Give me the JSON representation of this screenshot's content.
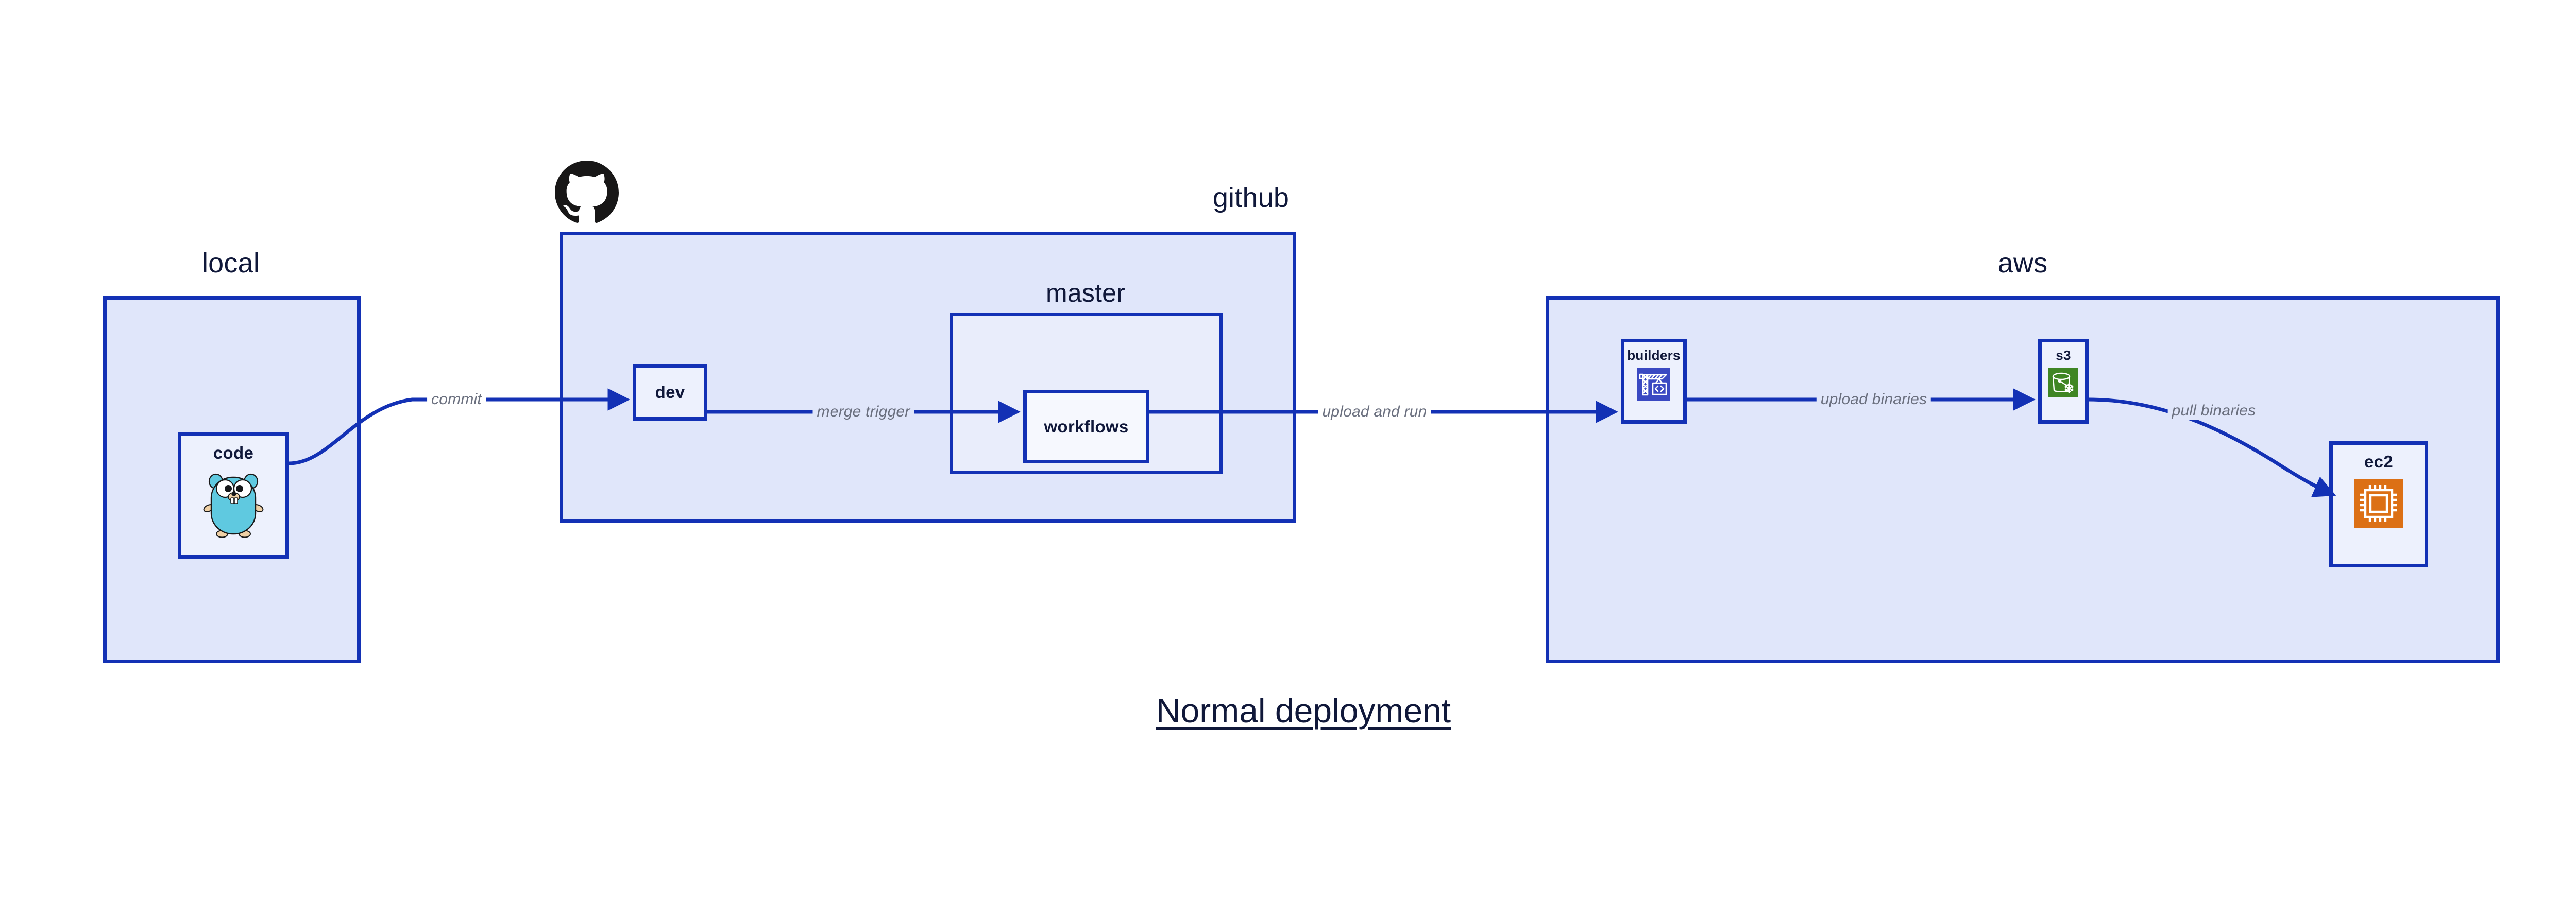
{
  "title": "Normal deployment",
  "colors": {
    "canvas": "#FFFFFF",
    "group_border": "#1331B5",
    "group_fill": "#E0E6FA",
    "group_inner_fill": "#E9EDFB",
    "node_fill": "#EDF1FD",
    "node_fill_light": "#F6F8FE",
    "node_text": "#10183A",
    "edge_line": "#1331B5",
    "edge_label_text": "#6A6F7E",
    "github_mark": "#181717",
    "gopher_body": "#5FC9E0",
    "gopher_limb": "#EFD0A5",
    "builders_tile": "#3A49C2",
    "s3_tile": "#3F8624",
    "ec2_tile": "#DC7015"
  },
  "groups": [
    {
      "id": "local",
      "label": "local"
    },
    {
      "id": "github",
      "label": "github"
    },
    {
      "id": "master",
      "label": "master"
    },
    {
      "id": "aws",
      "label": "aws"
    }
  ],
  "nodes": [
    {
      "id": "code",
      "label": "code",
      "icon": "go-gopher-icon"
    },
    {
      "id": "dev",
      "label": "dev",
      "icon": null
    },
    {
      "id": "workflows",
      "label": "workflows",
      "icon": null
    },
    {
      "id": "builders",
      "label": "builders",
      "icon": "aws-builders-crane-icon"
    },
    {
      "id": "s3",
      "label": "s3",
      "icon": "aws-s3-bucket-icon"
    },
    {
      "id": "ec2",
      "label": "ec2",
      "icon": "aws-ec2-chip-icon"
    }
  ],
  "edges": [
    {
      "id": "code-to-dev",
      "label": "commit",
      "from": "code",
      "to": "dev"
    },
    {
      "id": "dev-to-workflows",
      "label": "merge trigger",
      "from": "dev",
      "to": "workflows"
    },
    {
      "id": "workflows-to-builders",
      "label": "upload and run",
      "from": "workflows",
      "to": "builders"
    },
    {
      "id": "builders-to-s3",
      "label": "upload binaries",
      "from": "builders",
      "to": "s3"
    },
    {
      "id": "s3-to-ec2",
      "label": "pull binaries",
      "from": "s3",
      "to": "ec2"
    }
  ],
  "icons": {
    "github": "github-octocat-icon"
  }
}
